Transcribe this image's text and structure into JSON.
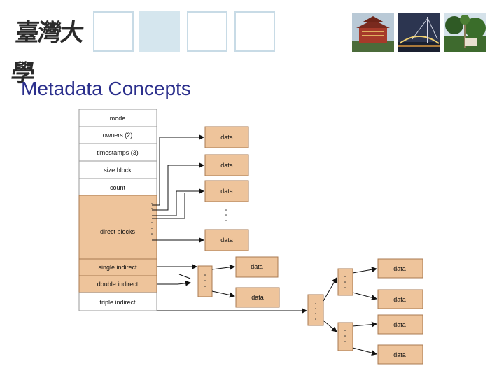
{
  "header": {
    "logo_text": "臺灣大學",
    "photos": [
      "building-photo",
      "night-bridge-photo",
      "palm-trees-photo"
    ]
  },
  "title": "Metadata Concepts",
  "diagram": {
    "inode_fields": [
      "mode",
      "owners (2)",
      "timestamps (3)",
      "size block",
      "count",
      "direct blocks",
      "single indirect",
      "double indirect",
      "triple indirect"
    ],
    "data_label": "data",
    "colors": {
      "block_fill": "#eec49b",
      "block_stroke": "#a87a50",
      "inode_fill": "#ffffff",
      "inode_stroke": "#999999",
      "arrow": "#111111"
    }
  }
}
